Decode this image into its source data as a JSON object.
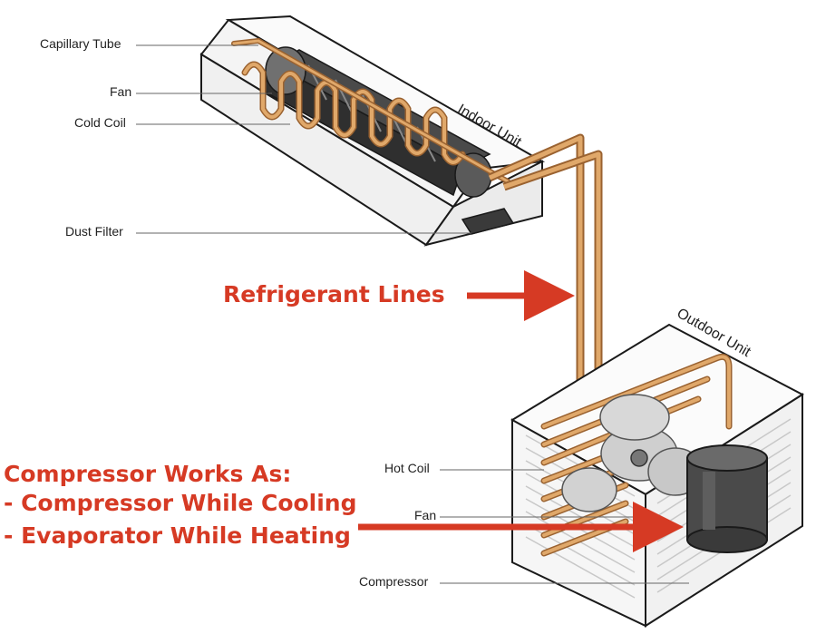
{
  "labels": {
    "capillary_tube": "Capillary Tube",
    "fan_indoor": "Fan",
    "cold_coil": "Cold Coil",
    "dust_filter": "Dust Filter",
    "indoor_unit": "Indoor Unit",
    "outdoor_unit": "Outdoor Unit",
    "hot_coil": "Hot Coil",
    "fan_outdoor": "Fan",
    "compressor": "Compressor"
  },
  "annotations": {
    "refrigerant_lines": "Refrigerant Lines",
    "compressor_works_as": "Compressor Works As:",
    "while_cooling": "- Compressor While Cooling",
    "while_heating": "- Evaporator While Heating"
  },
  "colors": {
    "accent_red": "#d63a24",
    "copper": "#e0a86a",
    "copper_dark": "#9a6230",
    "outline": "#1a1a1a"
  }
}
